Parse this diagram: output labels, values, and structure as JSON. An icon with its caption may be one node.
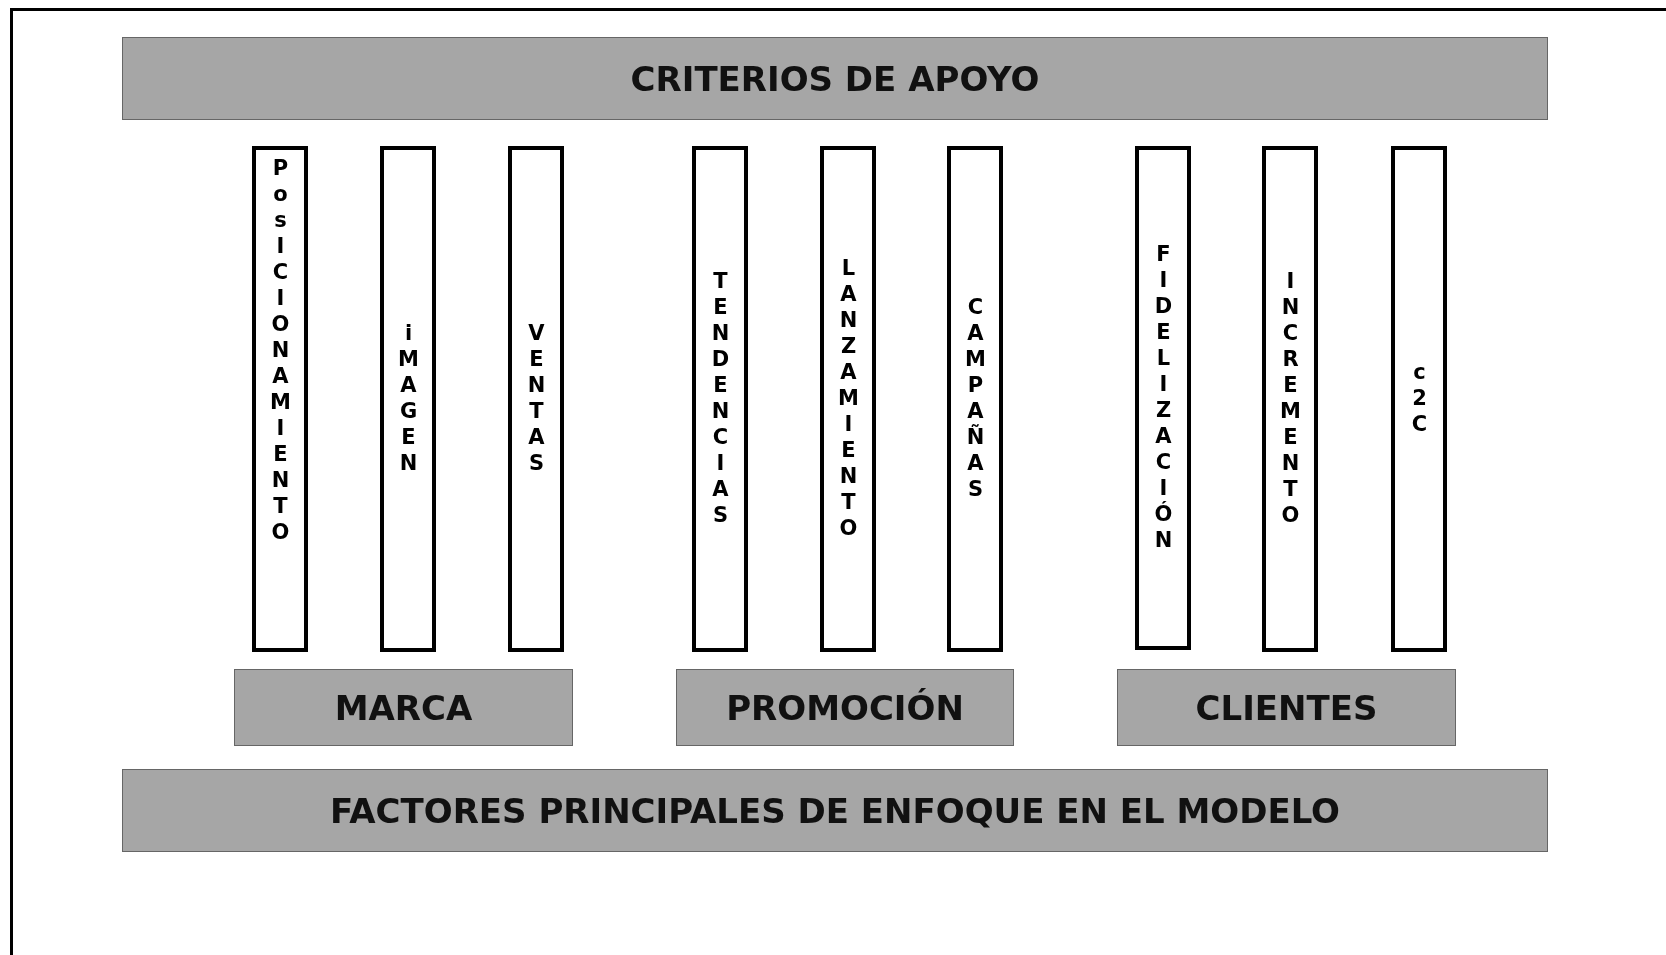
{
  "diagram": {
    "nodes": [
      {
        "text": [
          "CRITERIOS DE APOYO"
        ]
      },
      {
        "text": [
          "PosICIONAMIENTO"
        ]
      },
      {
        "text": [
          "iMAGEN"
        ]
      },
      {
        "text": [
          "VENTAS"
        ]
      },
      {
        "text": [
          "TENDENCIAS"
        ]
      },
      {
        "text": [
          "LANZAMIENTO"
        ]
      },
      {
        "text": [
          "CAMPAÑAS"
        ]
      },
      {
        "text": [
          "FIDELIZACIÓN"
        ]
      },
      {
        "text": [
          "INCREMENTO"
        ]
      },
      {
        "text": [
          "c2C"
        ]
      },
      {
        "text": [
          "MARCA"
        ]
      },
      {
        "text": [
          "PROMOCIÓN"
        ]
      },
      {
        "text": [
          "CLIENTES"
        ]
      },
      {
        "text": [
          "FACTORES PRINCIPALES DE ENFOQUE EN EL MODELO"
        ]
      }
    ]
  }
}
